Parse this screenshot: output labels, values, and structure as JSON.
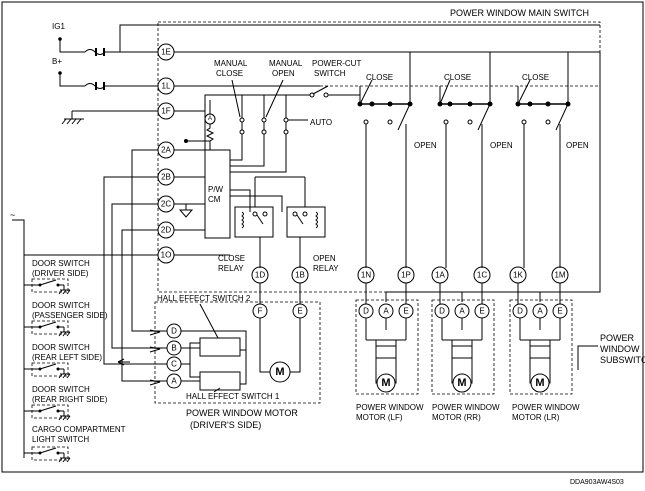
{
  "labels": {
    "main_switch": "POWER WINDOW MAIN SWITCH",
    "ig1": "IG1",
    "bplus": "B+",
    "manual_close": "MANUAL\nCLOSE",
    "manual_open": "MANUAL\nOPEN",
    "power_cut": "POWER-CUT\nSWITCH",
    "auto": "AUTO",
    "close": "CLOSE",
    "open": "OPEN",
    "pwcm": "P/W\nCM",
    "close_relay": "CLOSE\nRELAY",
    "open_relay": "OPEN\nRELAY",
    "hall2": "HALL EFFECT SWITCH 2",
    "hall1": "HALL EFFECT SWITCH 1",
    "pw_motor_driver": "POWER WINDOW MOTOR\n(DRIVER'S SIDE)",
    "pw_subswitch": "POWER\nWINDOW\nSUBSWITCH",
    "motor_lf": "POWER WINDOW\nMOTOR (LF)",
    "motor_rr": "POWER WINDOW\nMOTOR (RR)",
    "motor_lr": "POWER WINDOW\nMOTOR (LR)",
    "door_driver": "DOOR SWITCH\n(DRIVER SIDE)",
    "door_passenger": "DOOR SWITCH\n(PASSENGER SIDE)",
    "door_rear_left": "DOOR SWITCH\n(REAR LEFT SIDE)",
    "door_rear_right": "DOOR SWITCH\n(REAR RIGHT SIDE)",
    "cargo_light": "CARGO COMPARTMENT\nLIGHT SWITCH",
    "figure_code": "DDA903AW4S03",
    "tilde": "~"
  },
  "pins": {
    "p1E": "1E",
    "p1L": "1L",
    "p1F": "1F",
    "p2A": "2A",
    "p2B": "2B",
    "p2C": "2C",
    "p2D": "2D",
    "p1O": "1O",
    "p1D": "1D",
    "p1B": "1B",
    "p1N": "1N",
    "p1P": "1P",
    "p1A": "1A",
    "p1C": "1C",
    "p1K": "1K",
    "p1M": "1M",
    "D": "D",
    "A": "A",
    "B": "B",
    "C": "C",
    "E": "E",
    "F": "F",
    "M": "M"
  },
  "icons": {
    "fuse": "fuse-icon",
    "ground": "ground-icon",
    "motor": "motor-icon",
    "relay": "relay-coil-icon",
    "ammeter": "ammeter-icon"
  }
}
